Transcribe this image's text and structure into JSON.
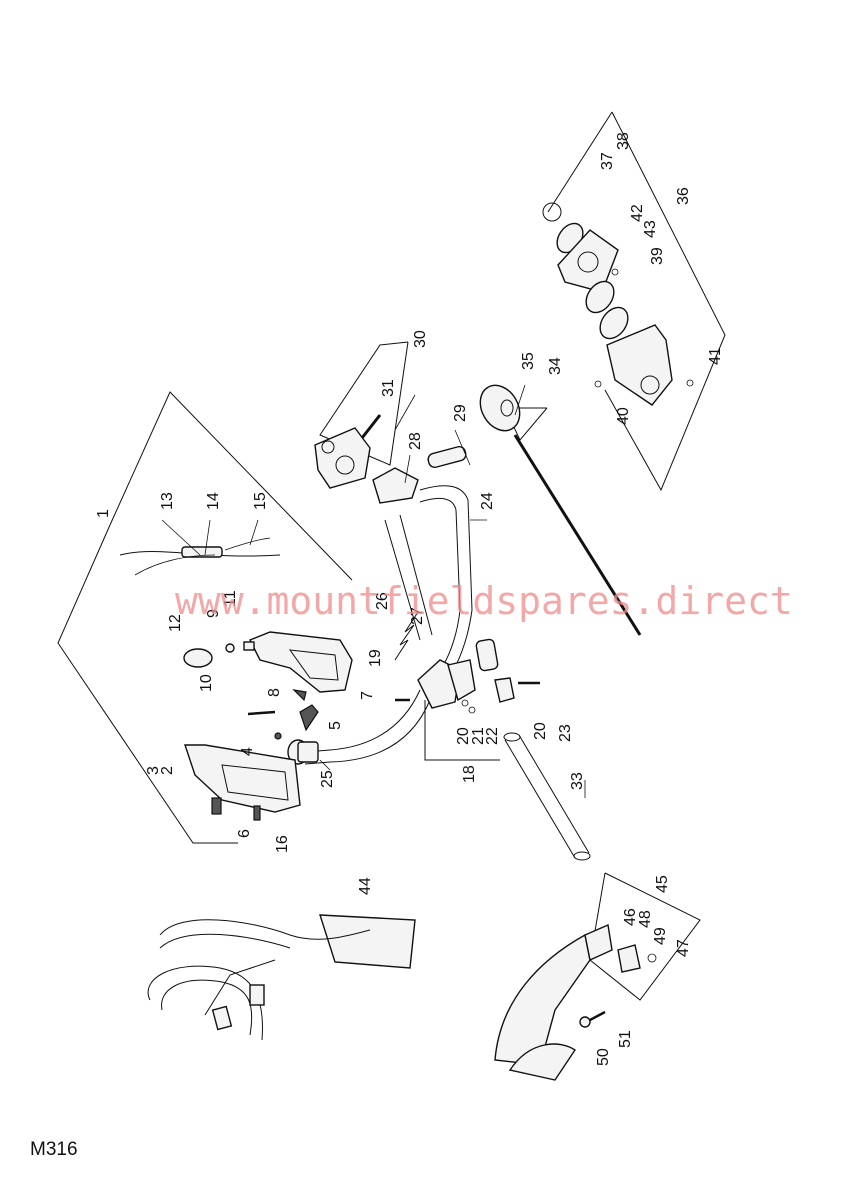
{
  "diagram_code": "M316",
  "watermark": "www.mountfieldspares.direct",
  "part_numbers": [
    "1",
    "2",
    "3",
    "4",
    "5",
    "6",
    "7",
    "8",
    "9",
    "10",
    "11",
    "12",
    "13",
    "14",
    "15",
    "16",
    "18",
    "19",
    "20",
    "20",
    "21",
    "22",
    "23",
    "24",
    "25",
    "26",
    "27",
    "28",
    "29",
    "30",
    "31",
    "33",
    "34",
    "35",
    "36",
    "37",
    "38",
    "39",
    "40",
    "41",
    "42",
    "43",
    "44",
    "45",
    "46",
    "47",
    "48",
    "49",
    "50",
    "51"
  ]
}
